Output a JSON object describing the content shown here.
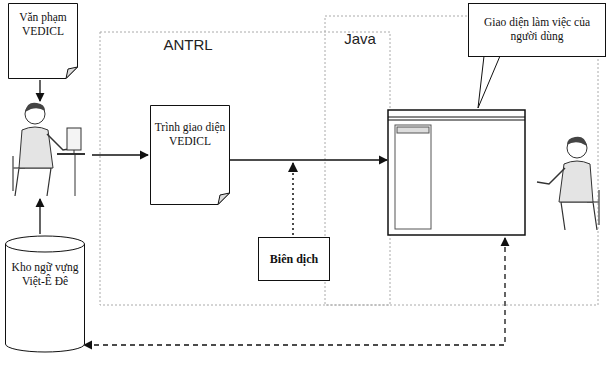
{
  "diagram": {
    "nodes": [
      {
        "text": [
          "Văn phạm VEDICL"
        ]
      },
      {
        "text": [
          "Giao diện làm việc của người dùng"
        ]
      },
      {
        "text": [
          "Trình giao diện VEDICL"
        ]
      },
      {
        "text": [
          "Biên dịch"
        ]
      },
      {
        "text": [
          "Kho ngữ vựng Việt-Ê Đê"
        ]
      }
    ],
    "labels": [
      "ANTRL",
      "Java"
    ]
  }
}
